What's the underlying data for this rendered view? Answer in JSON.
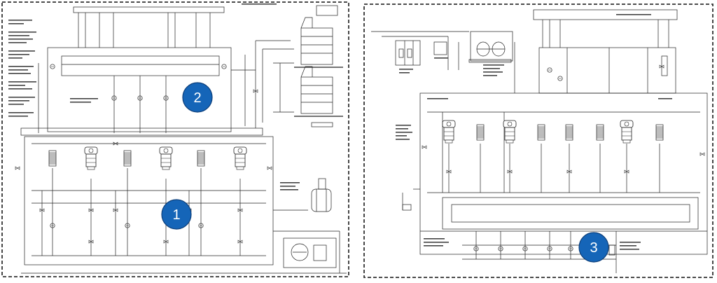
{
  "badges": [
    {
      "label": "1",
      "color": "#1565b8"
    },
    {
      "label": "2",
      "color": "#1565b8"
    },
    {
      "label": "3",
      "color": "#1565b8"
    }
  ],
  "colors": {
    "line": "#222222",
    "frame": "#333333",
    "background": "#ffffff"
  }
}
